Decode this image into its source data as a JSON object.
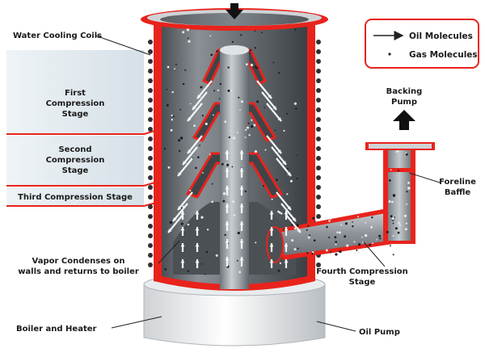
{
  "labels": {
    "water_cooling_coils": "Water Cooling Coils",
    "first_stage_line1": "First",
    "first_stage_line2": "Compression",
    "first_stage_line3": "Stage",
    "second_stage_line1": "Second",
    "second_stage_line2": "Compression",
    "second_stage_line3": "Stage",
    "third_stage": "Third Compression Stage",
    "vapor_line1": "Vapor Condenses on",
    "vapor_line2": "walls and returns to boiler",
    "boiler": "Boiler and Heater",
    "oil_pump": "Oil Pump",
    "fourth_stage_line1": "Fourth Compression",
    "fourth_stage_line2": "Stage",
    "foreline_line1": "Foreline",
    "foreline_line2": "Baffle",
    "backing_line1": "Backing",
    "backing_line2": "Pump"
  },
  "legend": {
    "oil": "Oil Molecules",
    "gas": "Gas Molecules"
  },
  "colors": {
    "wall_red": "#e8231c",
    "steel": "#7d8287",
    "band_blue": "#dfe8ee"
  }
}
